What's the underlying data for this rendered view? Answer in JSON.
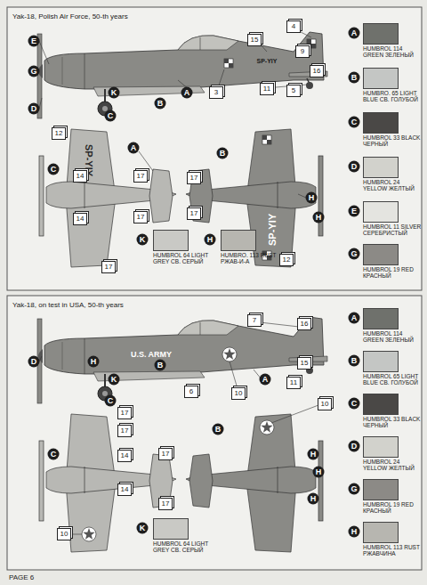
{
  "diagram": {
    "labels": [
      "Yak-18, Polish Air Force, 50-th years",
      "E",
      "G",
      "D",
      "K",
      "C",
      "B",
      "A",
      "3",
      "15",
      "4",
      "9",
      "16",
      "11",
      "5",
      "SP-YIY",
      "12",
      "SP-YIY",
      "C",
      "14",
      "14",
      "17",
      "A",
      "17",
      "17",
      "17",
      "17",
      "B",
      "H",
      "H",
      "SP-YIY",
      "12",
      "A",
      "B",
      "C",
      "D",
      "E",
      "G",
      "K",
      "H",
      "Yak-18, on test in USA, 50-th years",
      "D",
      "H",
      "K",
      "C",
      "B",
      "6",
      "10",
      "A",
      "7",
      "16",
      "15",
      "11",
      "U.S. ARMY",
      "C",
      "17",
      "17",
      "14",
      "14",
      "17",
      "17",
      "10",
      "B",
      "10",
      "H",
      "H",
      "H",
      "K",
      "A",
      "B",
      "C",
      "D",
      "G",
      "H",
      "PAGE 6"
    ],
    "legend": [
      {
        "text": "HUMBROL 114 GREEN ЗЕЛЕНЫЙ",
        "color": "#6f716c"
      },
      {
        "text": "HUMBRO. 65 LIGHT BLUE СВ. ГОЛУБОЙ",
        "color": "#c4c6c4"
      },
      {
        "text": "HUMBROL 33 BLACK ЧЕРНЫЙ",
        "color": "#4a4846"
      },
      {
        "text": "HUMBROL 24 YELLOW ЖЕЛТЫЙ",
        "color": "#d2d2cc"
      },
      {
        "text": "HUMBROL 11 SILVER СЕРЕБРИСТЫЙ",
        "color": "#e4e4e0"
      },
      {
        "text": "HUMBROL 19 RED КРАСНЫЙ",
        "color": "#8c8a86"
      },
      {
        "text": "HUMBROL 64 LIGHT GREY СВ. СЕРЫЙ",
        "color": "#c9c9c5"
      },
      {
        "text": "HUMBRO. 113 RUST РЖАВ-И-А",
        "color": "#b7b6b0"
      },
      {
        "text": "HUMBROL 114 GREEN ЗЕЛЕНЫЙ",
        "color": "#6f716c"
      },
      {
        "text": "HUMBROL 65 LIGHT BLUE СВ. ГОЛУБОЙ",
        "color": "#c4c6c4"
      },
      {
        "text": "HUMBROL 33 BLACK ЧЕРНЫЙ",
        "color": "#4a4846"
      },
      {
        "text": "HUMBROL 24 YELLOW ЖЕЛТЫЙ",
        "color": "#d2d2cc"
      },
      {
        "text": "HUMBROL 19 RED КРАСНЫЙ",
        "color": "#8c8a86"
      },
      {
        "text": "HUMBROL 113 RUST РЖАВЧИНА",
        "color": "#b7b6b0"
      },
      {
        "text": "HUMBROL 64 LIGHT GREY СВ. СЕРЫЙ",
        "color": "#c9c9c5"
      }
    ]
  }
}
